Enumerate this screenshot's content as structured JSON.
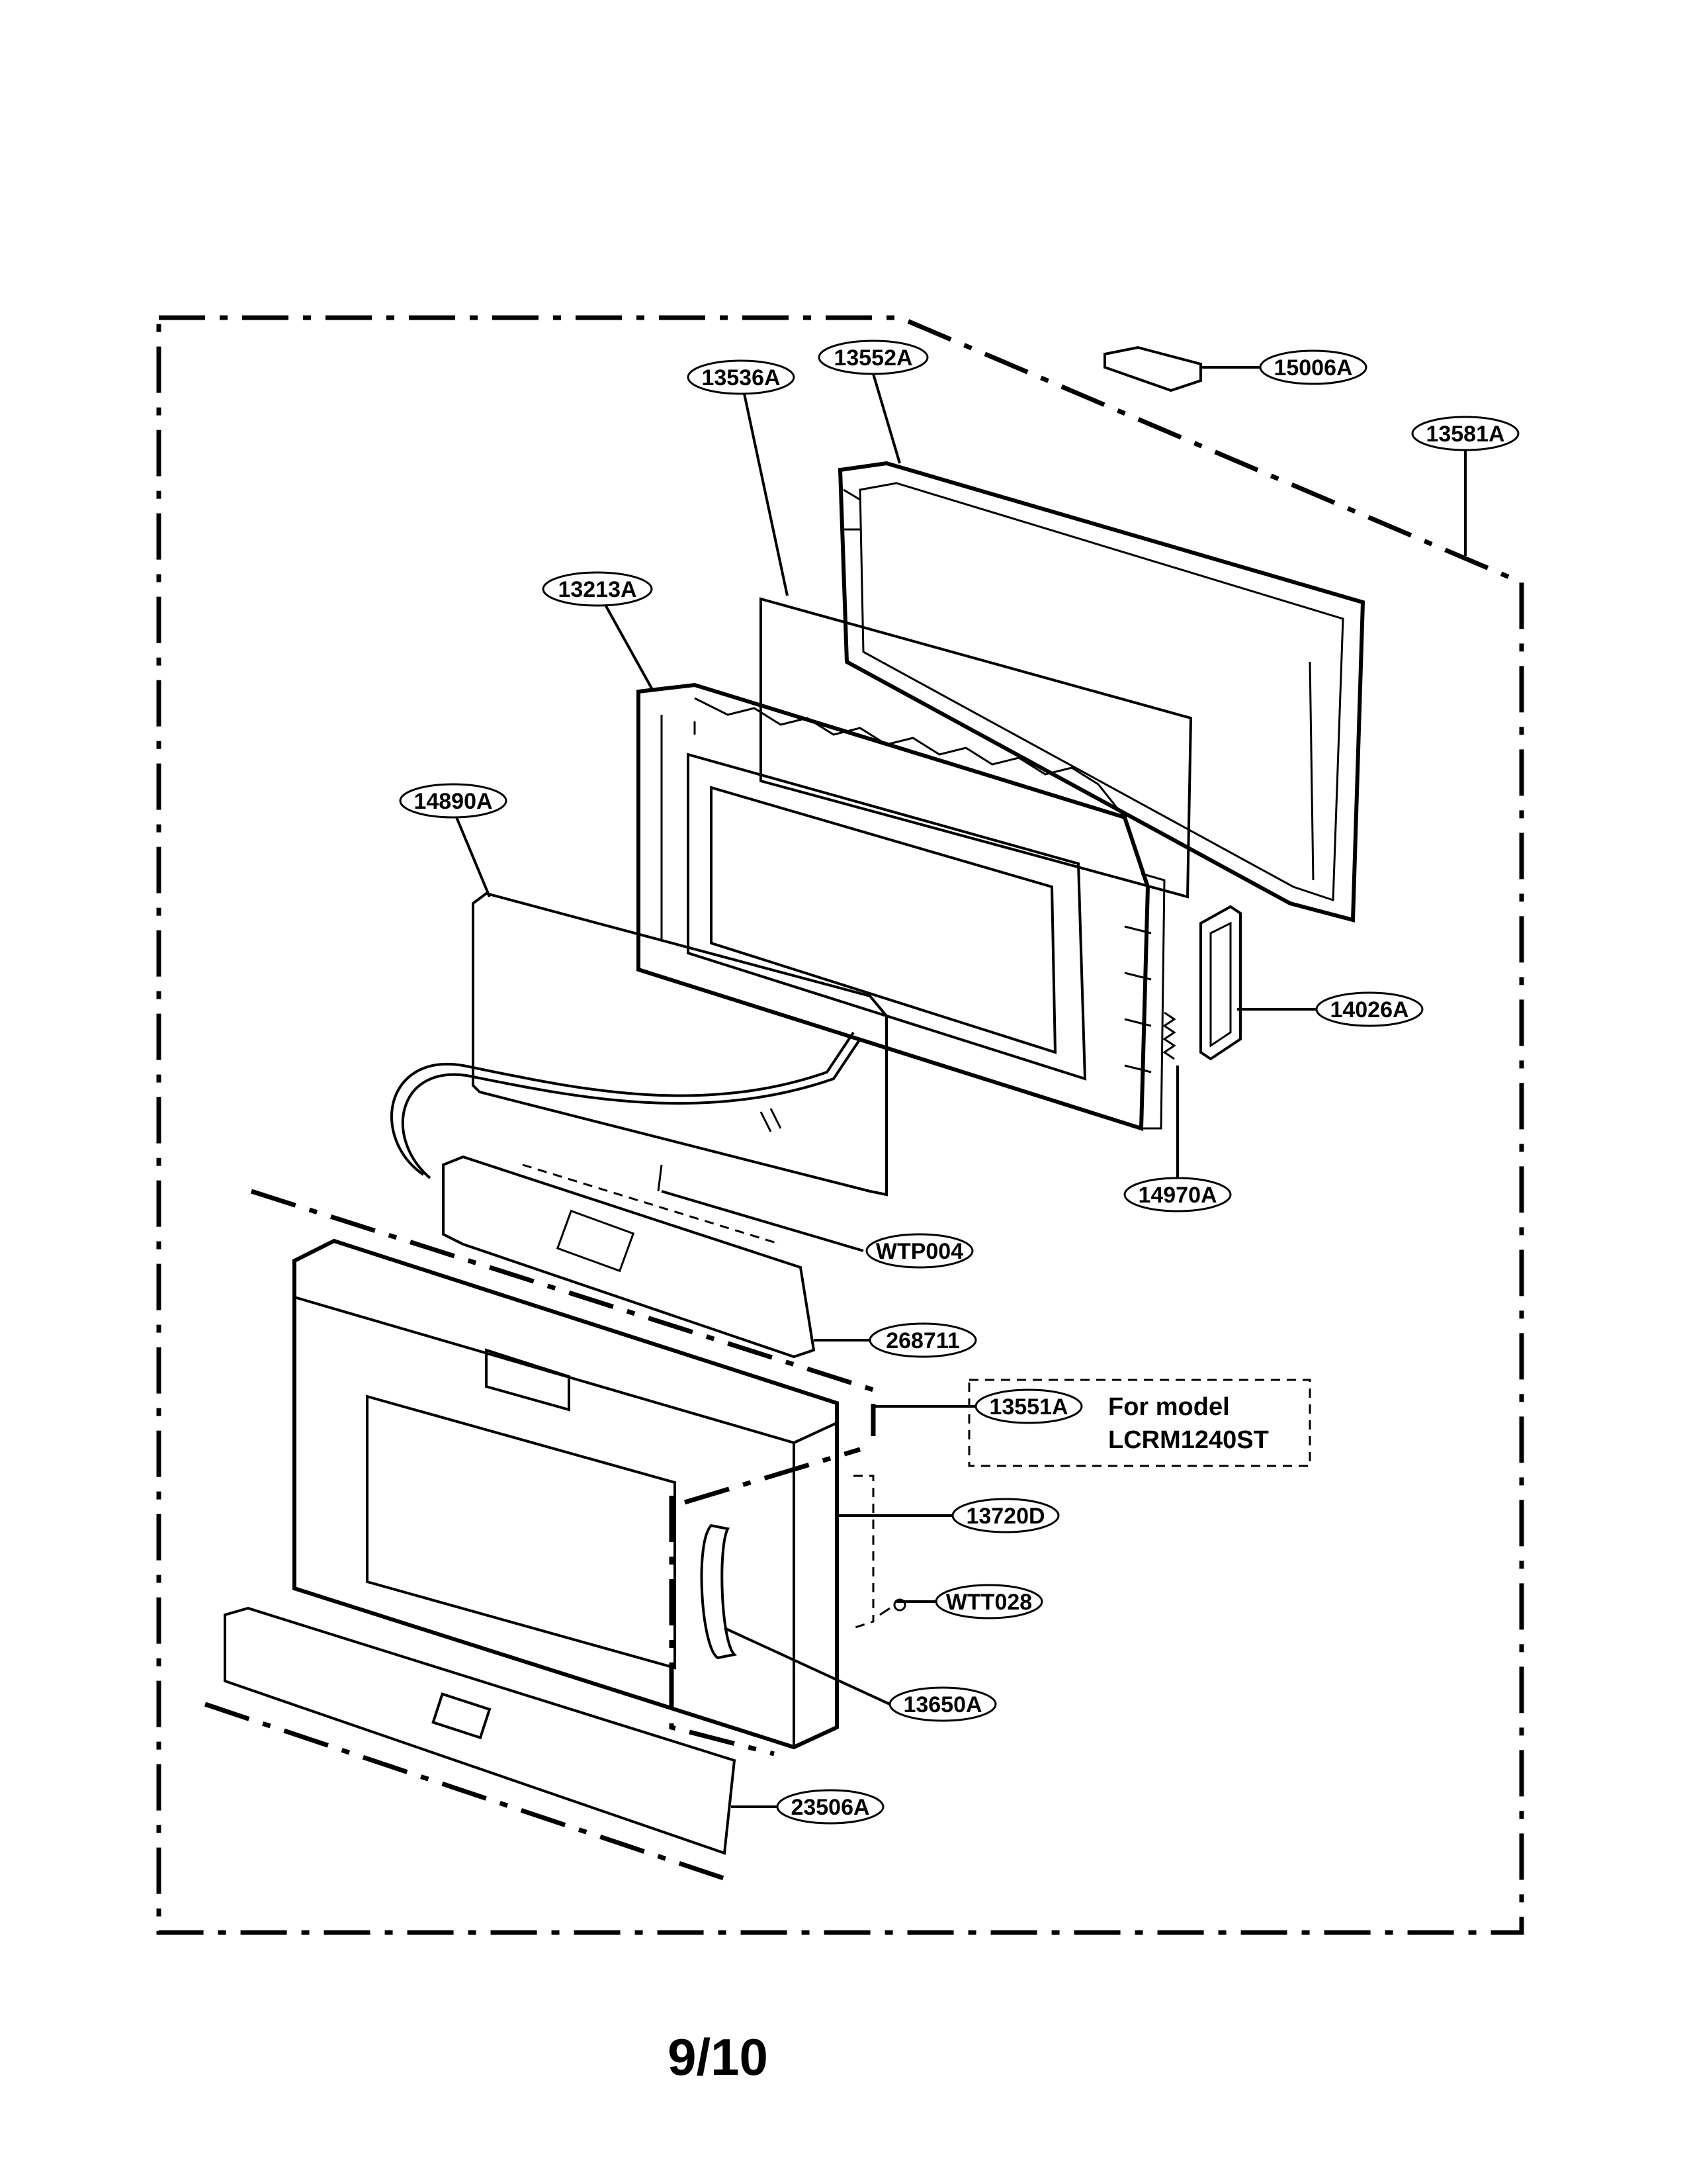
{
  "part_labels": [
    "13552A",
    "15006A",
    "13581A",
    "13536A",
    "13213A",
    "14890A",
    "14026A",
    "14970A",
    "WTP004",
    "268711",
    "13551A",
    "13720D",
    "WTT028",
    "13650A",
    "23506A"
  ],
  "note": {
    "line1": "For model",
    "line2": "LCRM1240ST"
  },
  "page_number": "9/10"
}
